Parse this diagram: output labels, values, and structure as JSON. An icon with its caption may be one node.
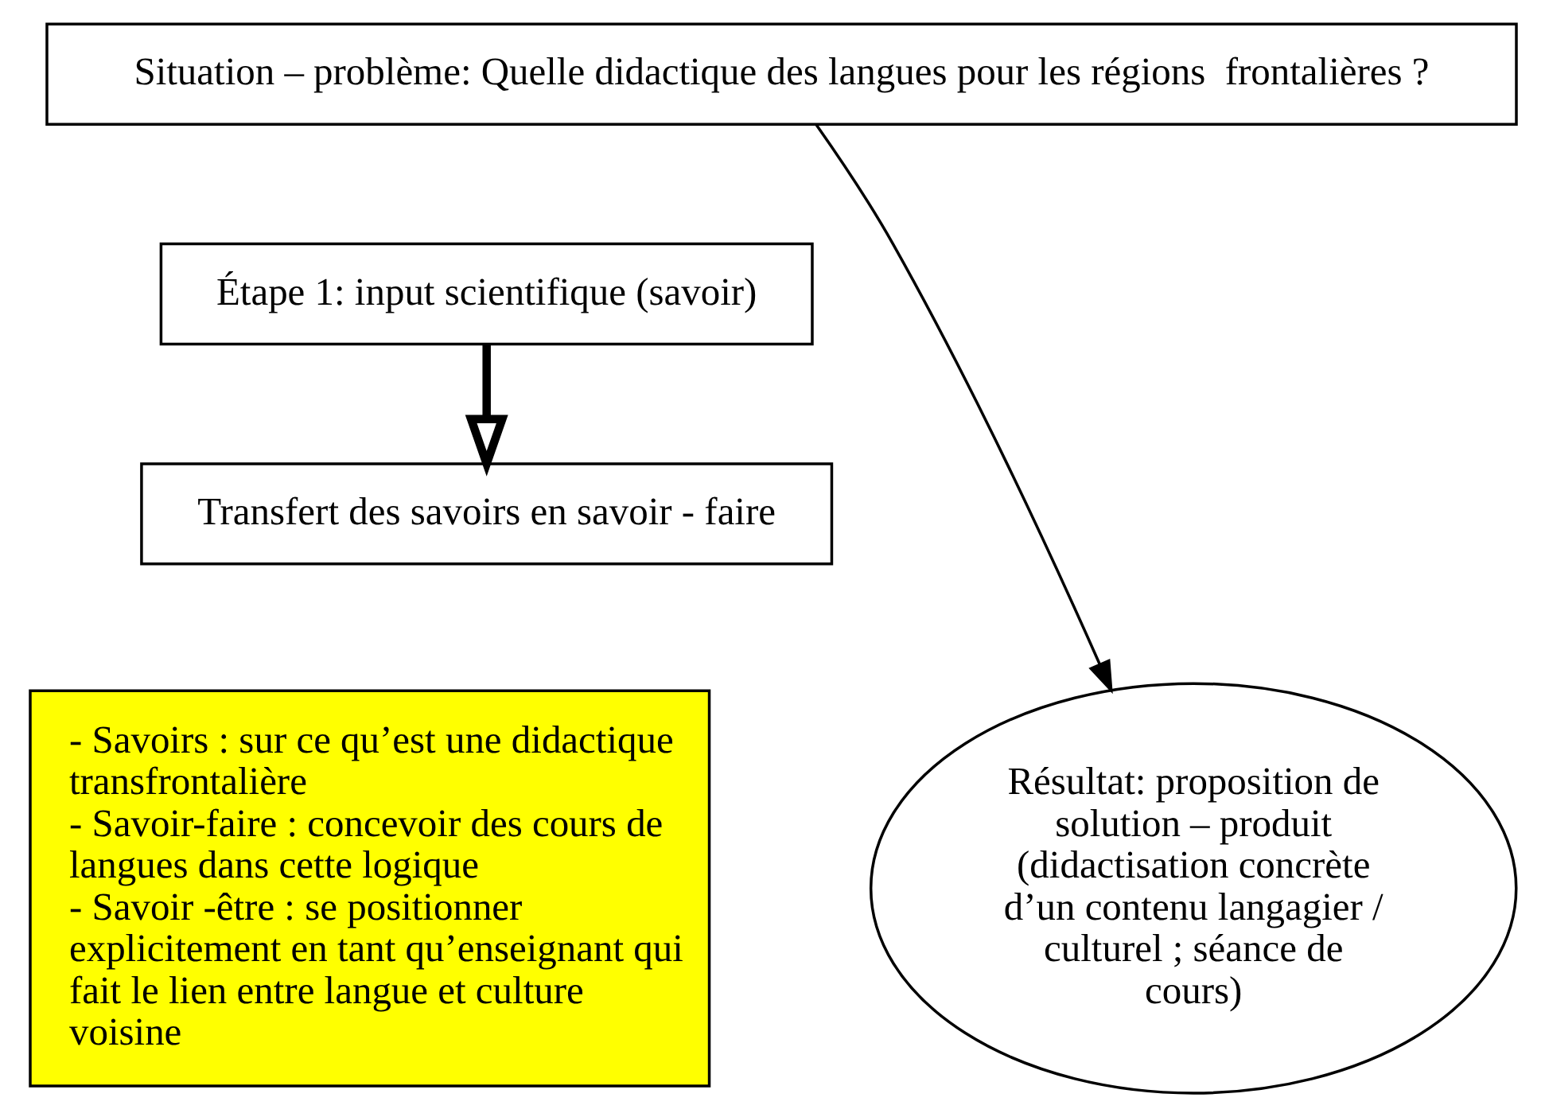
{
  "diagram": {
    "nodes": [
      {
        "text": [
          "Situation – problème: Quelle didactique des langues pour les régions  frontalières ?"
        ]
      },
      {
        "text": [
          "Étape 1: input scientifique (savoir)"
        ]
      },
      {
        "text": [
          "Transfert des savoirs en savoir - faire"
        ]
      },
      {
        "text": [
          "Résultat: proposition de solution – produit (didactisation concrète d’un contenu langagier / culturel ; séance de cours)"
        ]
      },
      {
        "text": [
          "- Savoirs : sur ce qu’est une didactique transfrontalière",
          "- Savoir-faire : concevoir des cours de langues dans cette logique",
          "- Savoir -être : se positionner explicitement en tant qu’enseignant qui fait le lien entre langue et culture voisine"
        ]
      }
    ],
    "edges": [
      {
        "from": 0,
        "to": 3,
        "arrow": "to"
      },
      {
        "from": 1,
        "to": 2,
        "arrow": "to",
        "style": "thick"
      }
    ]
  }
}
